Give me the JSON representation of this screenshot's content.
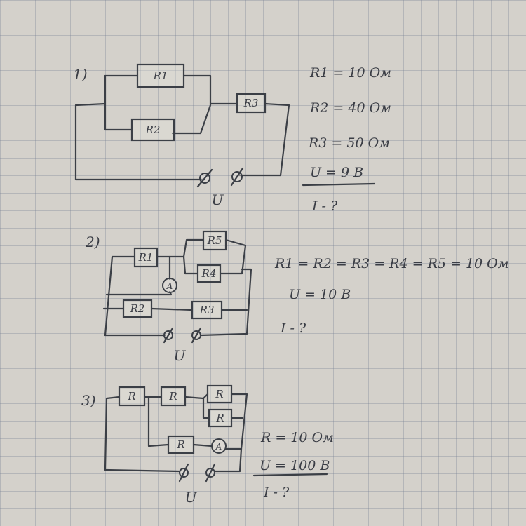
{
  "problems": [
    {
      "number": "1)",
      "resistors": [
        "R1",
        "R2",
        "R3"
      ],
      "source_label": "U",
      "given": [
        "R1 = 10 Ом",
        "R2 = 40 Ом",
        "R3 = 50 Ом",
        "U = 9 B"
      ],
      "find": "I - ?"
    },
    {
      "number": "2)",
      "resistors": [
        "R1",
        "R5",
        "R4",
        "R2",
        "R3"
      ],
      "meter": "A",
      "source_label": "U",
      "given": [
        "R1 = R2 = R3 = R4 = R5 = 10 Ом",
        "U = 10 B"
      ],
      "find": "I - ?"
    },
    {
      "number": "3)",
      "resistors": [
        "R",
        "R",
        "R",
        "R",
        "R"
      ],
      "meter": "A",
      "source_label": "U",
      "given": [
        "R = 10 Ом",
        "U = 100 B"
      ],
      "find": "I - ?"
    }
  ]
}
